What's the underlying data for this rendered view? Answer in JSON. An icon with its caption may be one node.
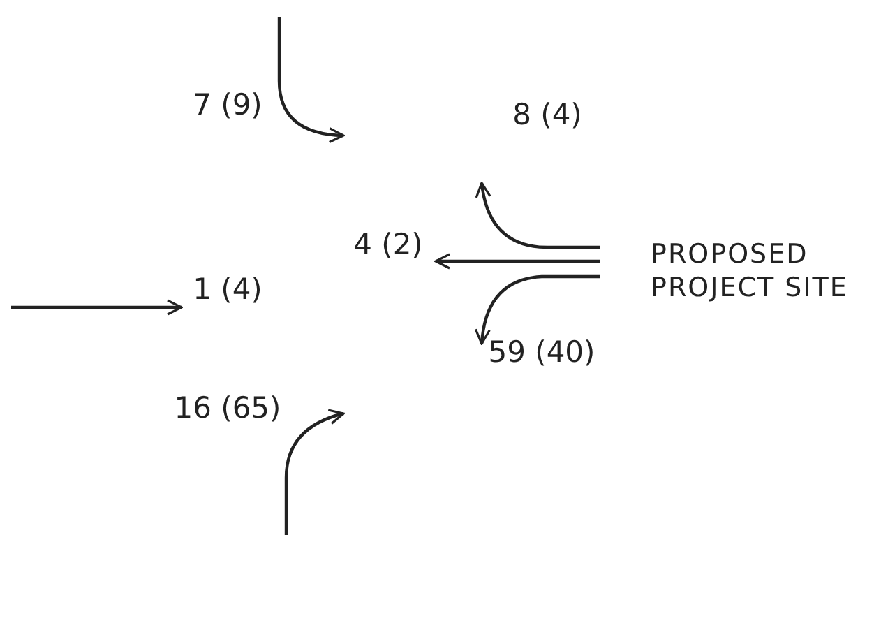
{
  "diagram": {
    "labels": [
      "7 (9)",
      "8 (4)",
      "4 (2)",
      "PROPOSED PROJECT SITE",
      "1 (4)",
      "59 (40)",
      "16 (65)"
    ]
  }
}
